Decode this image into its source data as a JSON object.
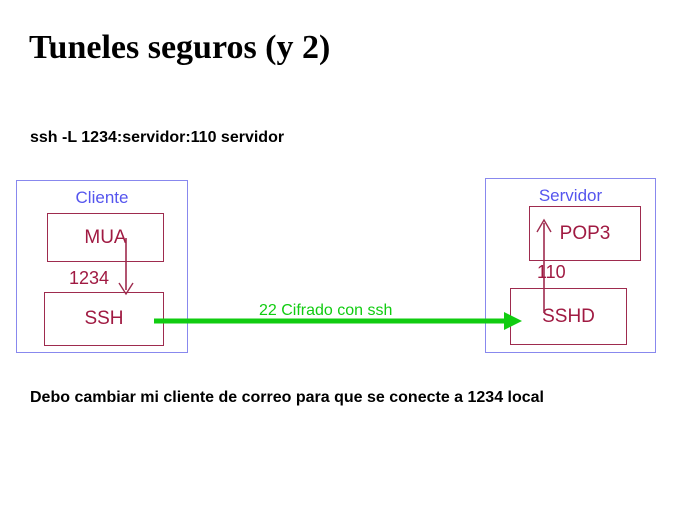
{
  "slide": {
    "title": "Tuneles seguros (y 2)",
    "command": "ssh -L 1234:servidor:110 servidor",
    "note": "Debo cambiar mi cliente de correo para que se conecte a 1234 local"
  },
  "colors": {
    "host_border": "#8888ee",
    "host_label": "#5555ee",
    "proc_border": "#9e2b4e",
    "proc_text": "#a01a42",
    "tunnel_green": "#11cc11",
    "background": "#ffffff",
    "title_text": "#000000"
  },
  "diagram": {
    "client": {
      "label": "Cliente",
      "processes": [
        {
          "name": "MUA"
        },
        {
          "name": "SSH"
        }
      ],
      "connection": {
        "port": "1234",
        "direction": "down"
      }
    },
    "server": {
      "label": "Servidor",
      "processes": [
        {
          "name": "POP3"
        },
        {
          "name": "SSHD"
        }
      ],
      "connection": {
        "port": "110",
        "direction": "up"
      }
    },
    "tunnel": {
      "label": "22 Cifrado con ssh",
      "direction": "right"
    }
  }
}
